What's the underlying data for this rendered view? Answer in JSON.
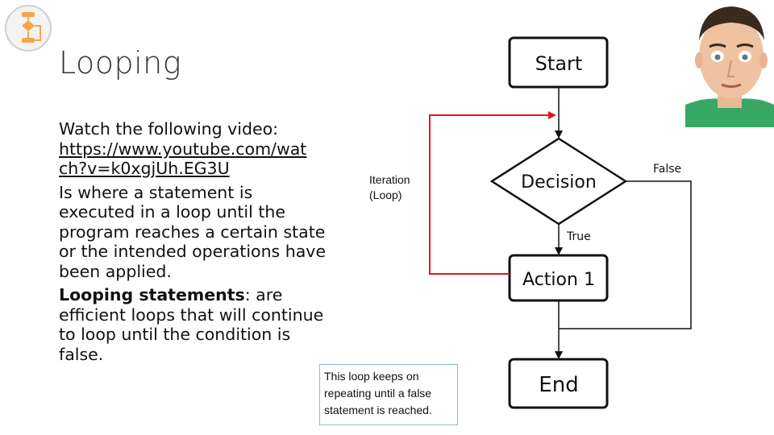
{
  "slide": {
    "title": "Looping",
    "watch_line": "Watch the following video:",
    "video_link": "https://www.youtube.com/watch?v=k0xgjUh.EG3U",
    "video_link_line1": "https://www.youtube.com/wat",
    "video_link_line2": "ch?v=k0xgjUh.EG3U",
    "definition_lines": [
      "Is where a statement is",
      "executed in a loop until the",
      "program reaches a certain state",
      "or the intended operations have",
      "been applied."
    ],
    "looping_term": "Looping statements",
    "looping_lines": [
      ": are",
      "efficient loops that will continue",
      "to loop until the condition is",
      "false."
    ]
  },
  "flowchart": {
    "start": "Start",
    "decision": "Decision",
    "action": "Action 1",
    "end": "End",
    "true_label": "True",
    "false_label": "False",
    "iteration_line1": "Iteration",
    "iteration_line2": "(Loop)",
    "note_lines": [
      "This loop keeps on",
      "repeating until a false",
      "statement is reached."
    ]
  },
  "colors": {
    "loop_arrow": "#e0161b",
    "flow_line": "#111111",
    "note_border": "#8eb4e3",
    "logo_orange": "#f4a64a"
  },
  "icons": {
    "logo": "flowchart-logo-icon",
    "avatar": "person-face-photo"
  }
}
